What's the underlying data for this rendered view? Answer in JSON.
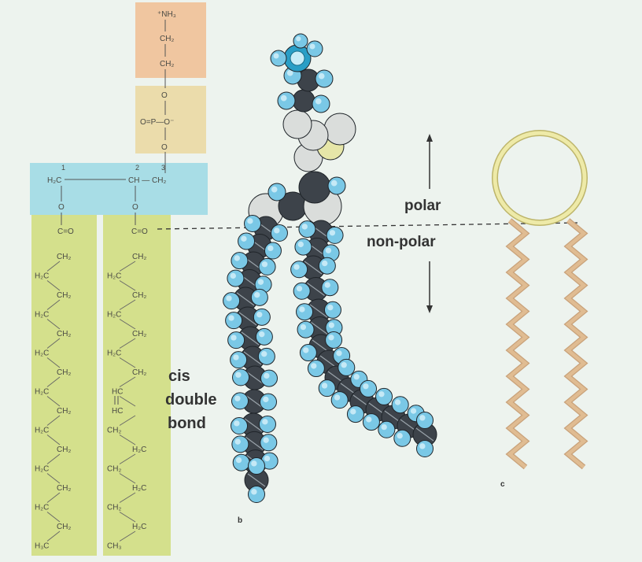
{
  "headgroup": {
    "amine": "⁺NH₃",
    "ch2_a": "CH₂",
    "ch2_b": "CH₂",
    "o_top": "O",
    "phosphate": "O=P—O⁻",
    "o_bottom": "O"
  },
  "glycerol": {
    "left": "H₂C",
    "middle": "CH — CH₂",
    "num1": "1",
    "num2": "2",
    "num3": "3",
    "o_left": "O",
    "o_right": "O"
  },
  "chain_left": {
    "carbonyl": "C=O",
    "rows": [
      "CH₂",
      "H₂C",
      "CH₂",
      "H₂C",
      "CH₂",
      "H₂C",
      "CH₂",
      "H₂C",
      "CH₂",
      "H₂C",
      "CH₂",
      "H₂C",
      "CH₂",
      "H₂C",
      "CH₂",
      "H₃C"
    ]
  },
  "chain_right": {
    "carbonyl": "C=O",
    "rows": [
      "CH₂",
      "H₂C",
      "CH₂",
      "H₂C",
      "CH₂",
      "H₂C",
      "CH₂",
      "HC",
      "HC",
      "CH₂",
      "H₂C",
      "CH₂",
      "H₂C",
      "CH₂",
      "H₂C",
      "CH₃"
    ]
  },
  "labels": {
    "cis_line1": "cis",
    "cis_line2": "double",
    "cis_line3": "bond",
    "polar": "polar",
    "non_polar": "non-polar",
    "panel_b": "b",
    "panel_c": "c"
  },
  "colors": {
    "background": "#edf3ee",
    "amine_box": "#f0c6a0",
    "phosphate_box": "#ebdcab",
    "glycerol_band": "#a8dde6",
    "chain_fill": "#d4e08c",
    "atom_carbon": "#3d434a",
    "atom_hydrogen": "#7ac8e6",
    "atom_oxygen": "#dadddb",
    "atom_nitrogen": "#2a9ec6",
    "atom_phosphorus": "#e6e6a8",
    "schematic_head": "#eeeaa8",
    "schematic_tail": "#e0bc92"
  }
}
